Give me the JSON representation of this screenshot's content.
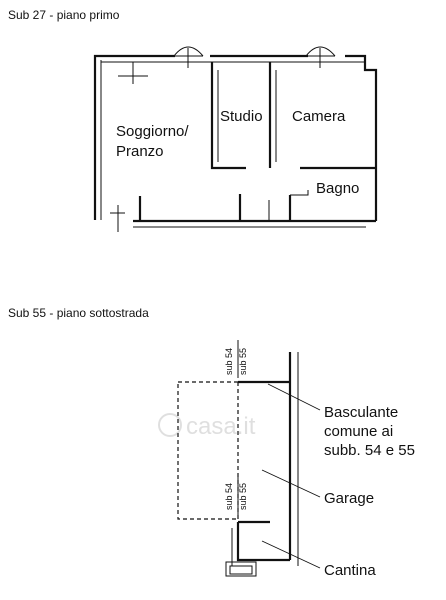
{
  "sections": {
    "top_heading": "Sub 27 - piano primo",
    "bottom_heading": "Sub 55 - piano sottostrada"
  },
  "rooms": {
    "soggiorno_line1": "Soggiorno/",
    "soggiorno_line2": "Pranzo",
    "studio": "Studio",
    "camera": "Camera",
    "bagno": "Bagno"
  },
  "sub_marks": {
    "sub54": "sub 54",
    "sub55": "sub 55"
  },
  "callouts": {
    "basculante_line1": "Basculante",
    "basculante_line2": "comune ai",
    "basculante_line3": "subb. 54 e 55",
    "garage": "Garage",
    "cantina": "Cantina"
  },
  "watermark": "casa.it"
}
